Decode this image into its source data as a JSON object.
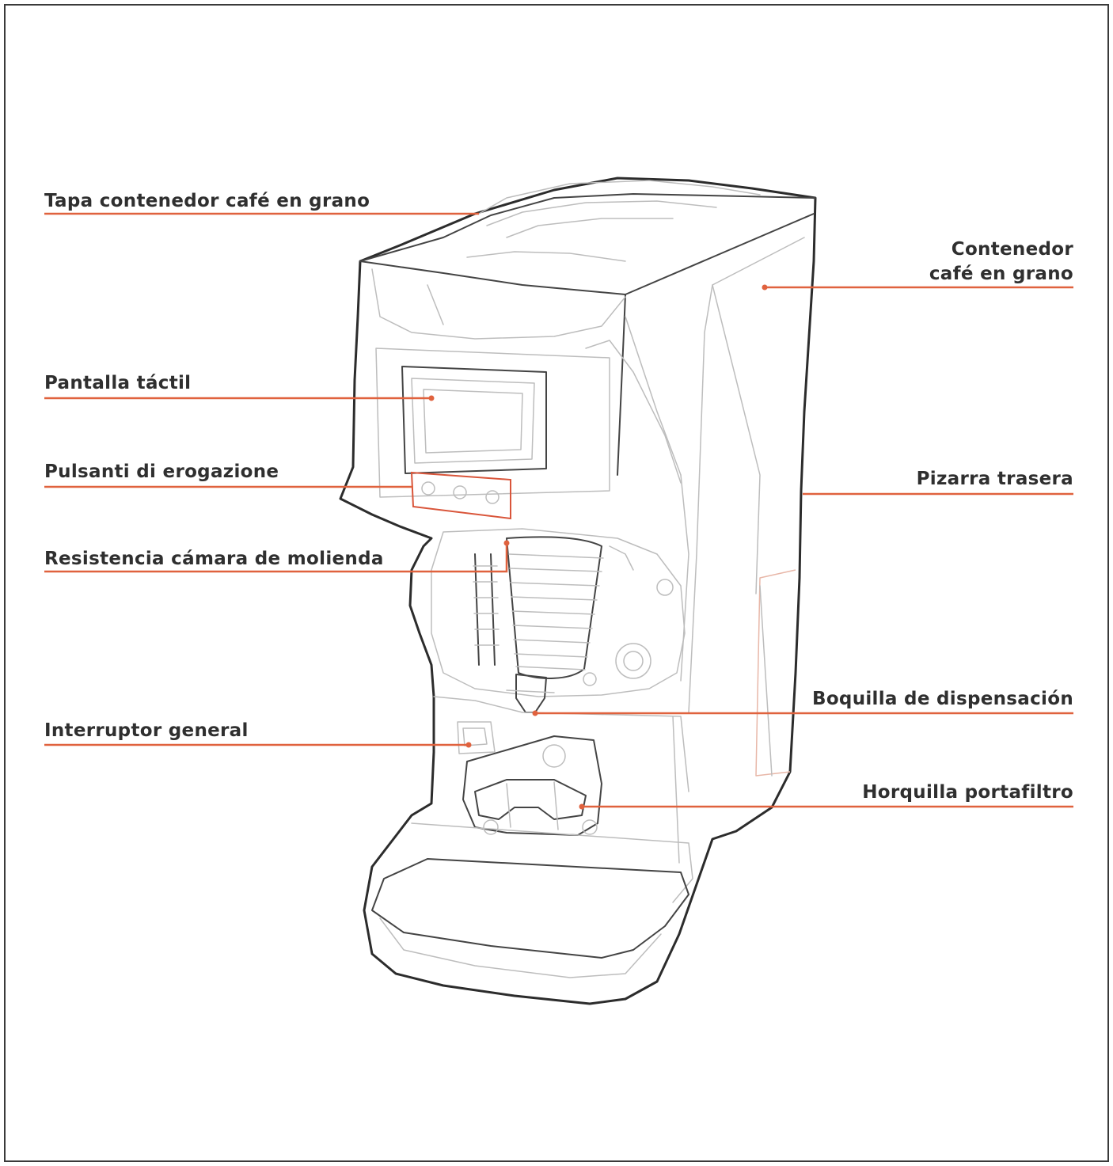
{
  "labels": {
    "hopper_lid": "Tapa contenedor café en grano",
    "hopper": [
      "Contenedor",
      "café en grano"
    ],
    "touch_screen": "Pantalla táctil",
    "buttons": "Pulsanti di erogazione",
    "back_panel": "Pizarra trasera",
    "heater": "Resistencia cámara de molienda",
    "spout": "Boquilla de dispensación",
    "main_switch": "Interruptor general",
    "fork": "Horquilla portafiltro"
  },
  "colors": {
    "leader": "#e0623e",
    "text": "#2f2f2f",
    "outline": "#2c2c2c"
  }
}
